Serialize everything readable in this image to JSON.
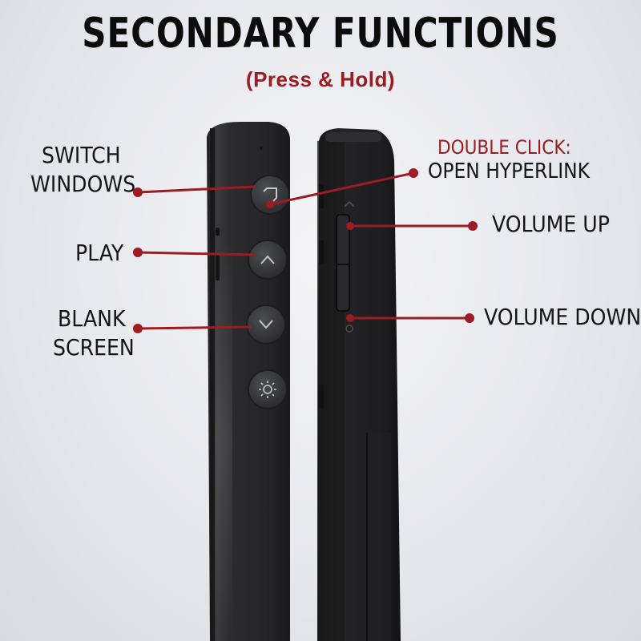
{
  "title": "SECONDARY FUNCTIONS",
  "subtitle": "(Press  & Hold)",
  "labels": {
    "switch_windows_line1": "SWITCH",
    "switch_windows_line2": "WINDOWS",
    "play": "PLAY",
    "blank_screen_line1": "BLANK",
    "blank_screen_line2": "SCREEN",
    "double_click": "DOUBLE CLICK:",
    "open_hyperlink": "OPEN HYPERLINK",
    "volume_up": "VOLUME UP",
    "volume_down": "VOLUME DOWN"
  },
  "icons": {
    "switch": "switch-windows-icon",
    "up": "chevron-up-icon",
    "down": "chevron-down-icon",
    "brightness": "brightness-icon"
  },
  "colors": {
    "accent": "#9b1c22",
    "text": "#151515",
    "device": "#2b2b2d"
  }
}
